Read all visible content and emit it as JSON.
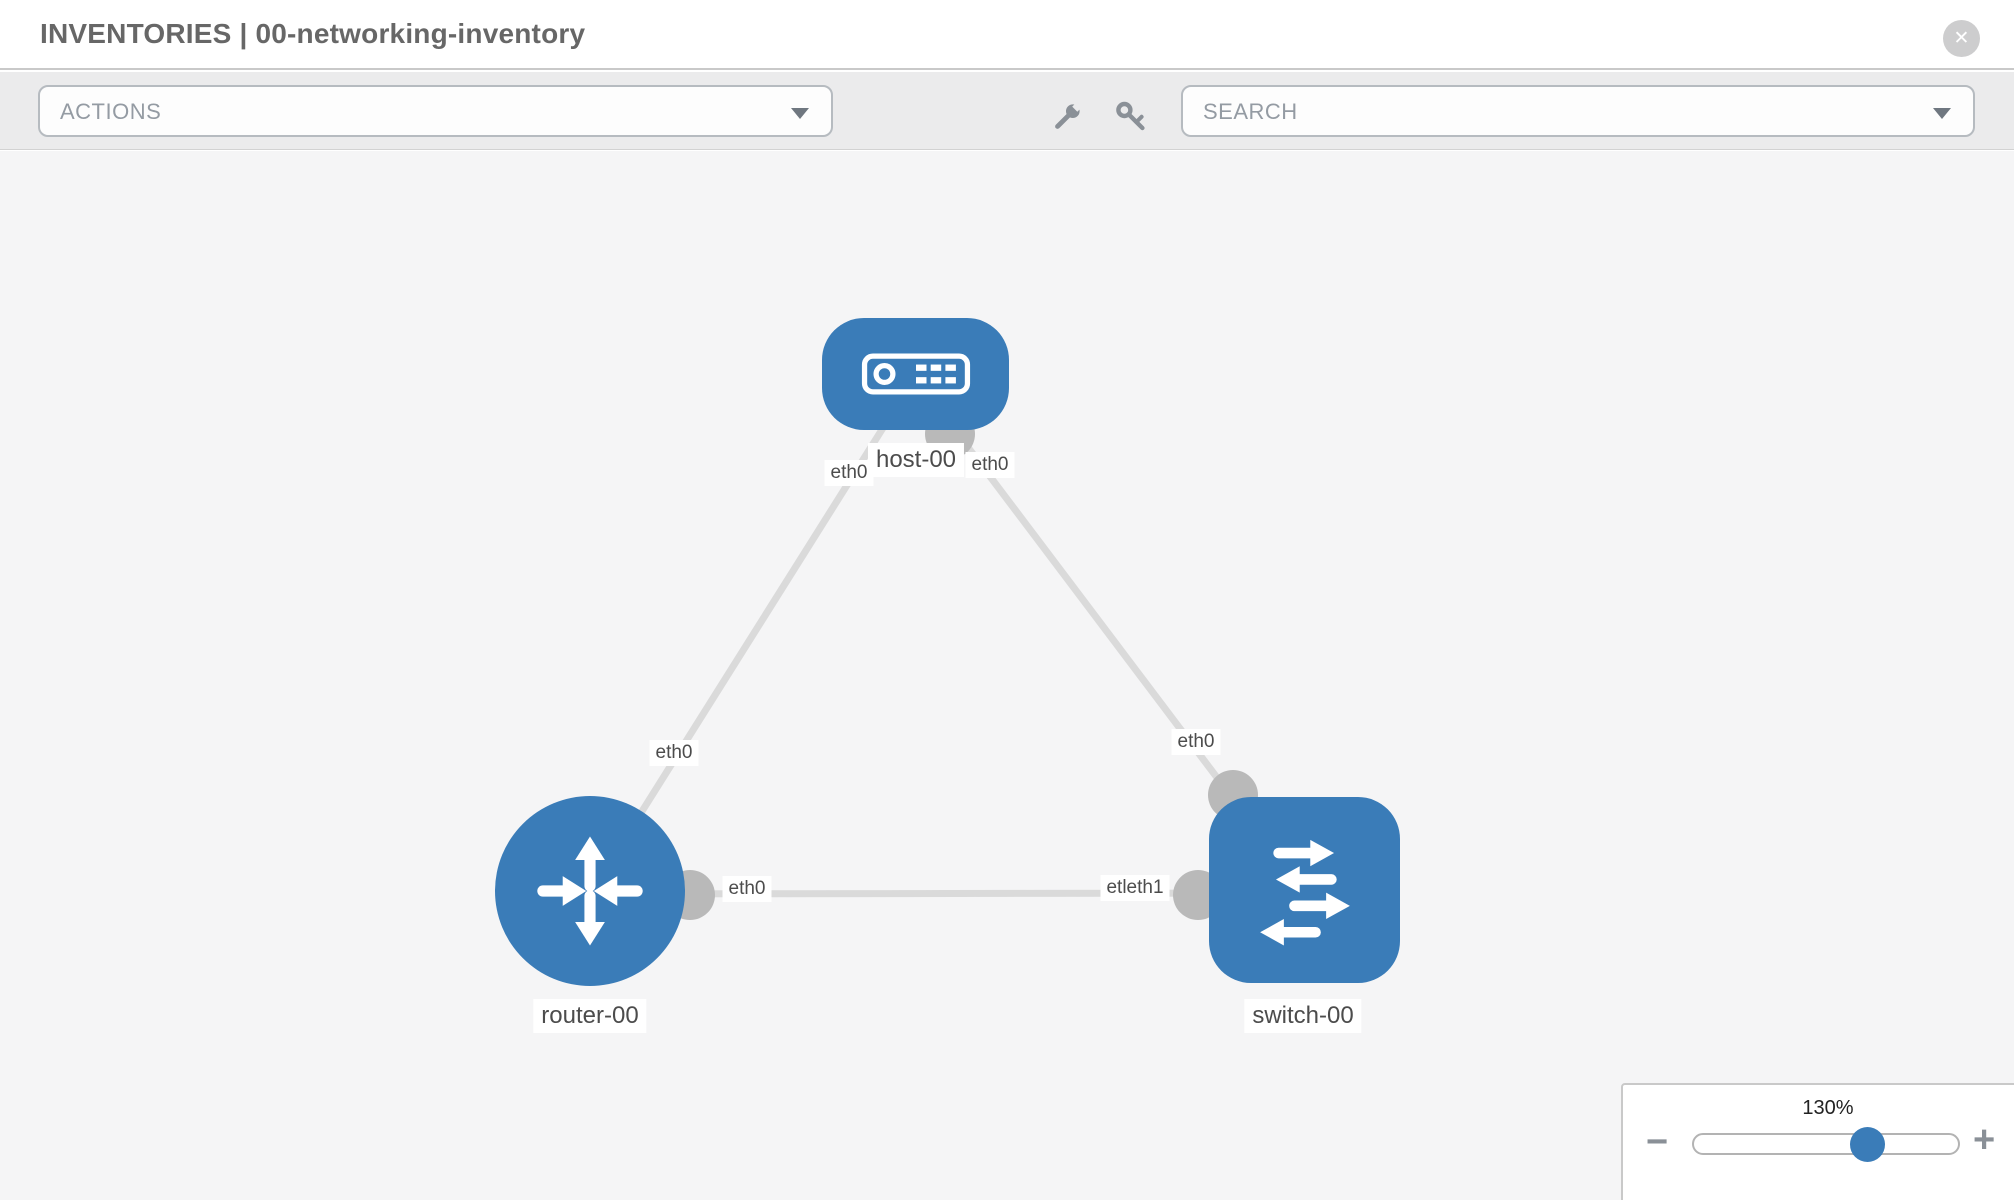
{
  "header": {
    "title": "INVENTORIES | 00-networking-inventory"
  },
  "toolbar": {
    "actions_label": "ACTIONS",
    "search_label": "SEARCH"
  },
  "icons": {
    "close": "✕",
    "minus": "−",
    "plus": "+"
  },
  "topology": {
    "nodes": [
      {
        "id": "host-00",
        "type": "host",
        "label": "host-00"
      },
      {
        "id": "router-00",
        "type": "router",
        "label": "router-00"
      },
      {
        "id": "switch-00",
        "type": "switch",
        "label": "switch-00"
      }
    ],
    "links": [
      {
        "from": "host-00",
        "to": "router-00"
      },
      {
        "from": "host-00",
        "to": "switch-00"
      },
      {
        "from": "router-00",
        "to": "switch-00"
      }
    ],
    "interface_labels": [
      {
        "text": "eth0"
      },
      {
        "text": "eth0"
      },
      {
        "text": "eth0"
      },
      {
        "text": "eth0"
      },
      {
        "text": "eth0"
      },
      {
        "text": "etleth1"
      }
    ]
  },
  "zoom_control": {
    "level": "130%"
  },
  "colors": {
    "node_blue": "#3a7cb8",
    "port_gray": "#b9b9b9",
    "link_gray": "#dadada",
    "canvas_bg": "#f5f5f6"
  }
}
